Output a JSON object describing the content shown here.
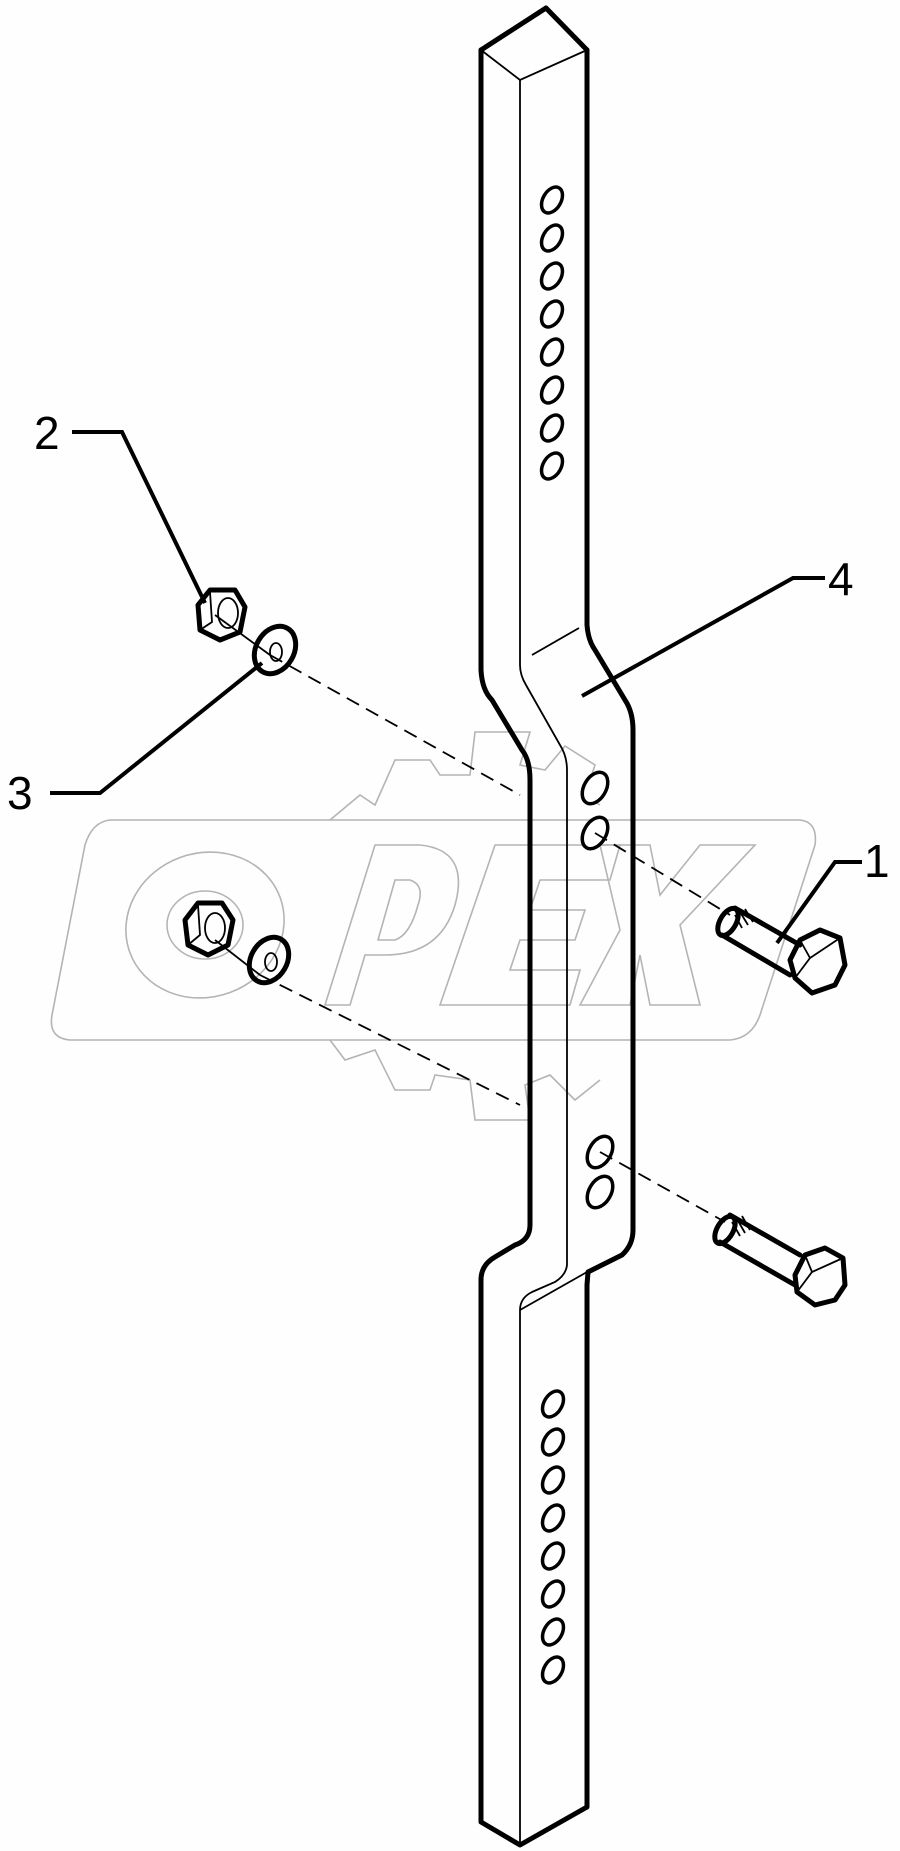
{
  "diagram": {
    "type": "exploded parts diagram",
    "watermark": "OPEX",
    "colors": {
      "line": "#000000",
      "watermark": "#b4b4b4",
      "background": "#fdfefd"
    }
  },
  "callouts": [
    {
      "id": "1",
      "label": "1",
      "part": "hex bolt"
    },
    {
      "id": "2",
      "label": "2",
      "part": "hex nut"
    },
    {
      "id": "3",
      "label": "3",
      "part": "washer"
    },
    {
      "id": "4",
      "label": "4",
      "part": "offset bar"
    }
  ],
  "bar": {
    "upper_holes": 8,
    "middle_holes": 4,
    "lower_holes": 8
  }
}
